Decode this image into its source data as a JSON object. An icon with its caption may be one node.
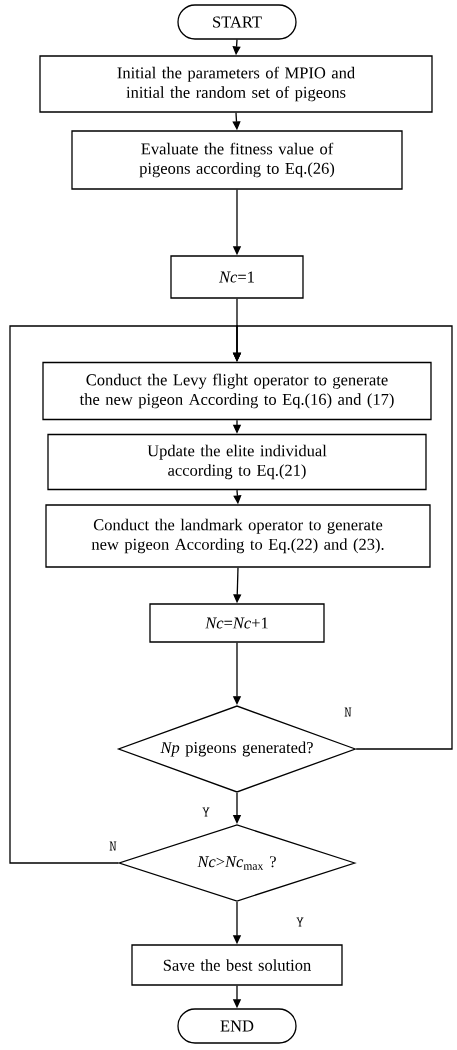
{
  "diagram": {
    "nodes": [
      {
        "text": [
          "START"
        ]
      },
      {
        "text": [
          "Initial the parameters of MPIO and initial the random set of pigeons"
        ]
      },
      {
        "text": [
          "Evaluate the fitness value of pigeons according to Eq.(26)"
        ]
      },
      {
        "text": [
          "*Nc*=1"
        ]
      },
      {
        "text": [
          "Conduct the Levy flight operator to generate the new pigeon According to Eq.(16) and (17)"
        ]
      },
      {
        "text": [
          "Update the elite individual according to Eq.(21)"
        ]
      },
      {
        "text": [
          "Conduct the landmark operator to generate new pigeon According to Eq.(22) and (23)."
        ]
      },
      {
        "text": [
          "*Nc*=*Nc*+1"
        ]
      },
      {
        "text": [
          "*Np* pigeons generated?"
        ]
      },
      {
        "text": [
          "*Nc*>*Nc*$_{max}$ ?"
        ]
      },
      {
        "text": [
          "Save the best solution"
        ]
      },
      {
        "text": [
          "END"
        ]
      }
    ],
    "edges": [
      {
        "from": 0,
        "to": 1,
        "arrow": "to"
      },
      {
        "from": 1,
        "to": 2,
        "arrow": "to"
      },
      {
        "from": 2,
        "to": 3,
        "arrow": "to"
      },
      {
        "from": 3,
        "to": 4,
        "arrow": "to"
      },
      {
        "from": 4,
        "to": 5,
        "arrow": "to"
      },
      {
        "from": 5,
        "to": 6,
        "arrow": "to"
      },
      {
        "from": 6,
        "to": 7,
        "arrow": "to"
      },
      {
        "from": 7,
        "to": 8,
        "arrow": "to"
      },
      {
        "from": 8,
        "to": 9,
        "arrow": "to",
        "label": "Y"
      },
      {
        "from": 9,
        "to": 10,
        "arrow": "to",
        "label": "Y"
      },
      {
        "from": 10,
        "to": 11,
        "arrow": "to"
      },
      {
        "from": 8,
        "to": 4,
        "arrow": "to",
        "label": "N"
      },
      {
        "from": 9,
        "to": 4,
        "arrow": "to",
        "label": "N"
      }
    ]
  }
}
